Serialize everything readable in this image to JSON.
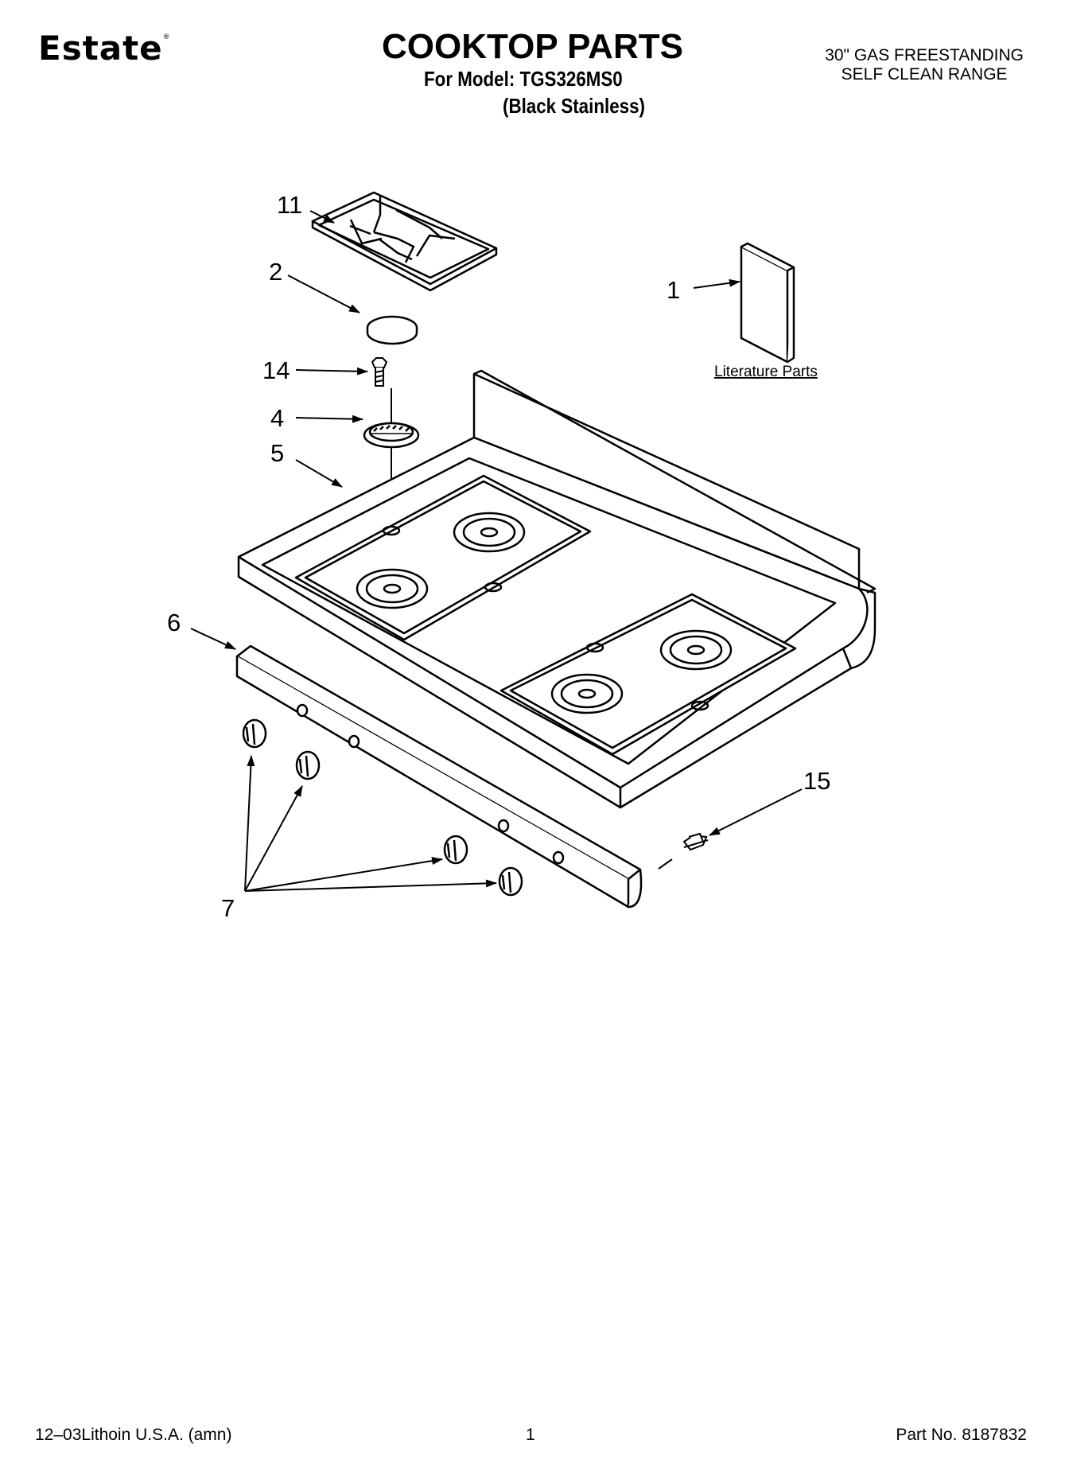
{
  "header": {
    "brand": "Estate",
    "brand_mark": "®",
    "title": "COOKTOP PARTS",
    "model_line": "For Model: TGS326MS0",
    "variant_line": "(Black Stainless)",
    "subtitle_line1": "30\" GAS FREESTANDING",
    "subtitle_line2": "SELF CLEAN RANGE"
  },
  "diagram": {
    "callouts": {
      "grate": "11",
      "burner_cap": "2",
      "literature": "1",
      "screw_top": "14",
      "burner_base": "4",
      "cooktop": "5",
      "control_panel": "6",
      "knobs": "7",
      "screw_side": "15"
    },
    "literature_label": "Literature Parts"
  },
  "footer": {
    "print_info": "12–03Lithoin U.S.A. (amn)",
    "page_number": "1",
    "part_number": "Part No. 8187832"
  }
}
